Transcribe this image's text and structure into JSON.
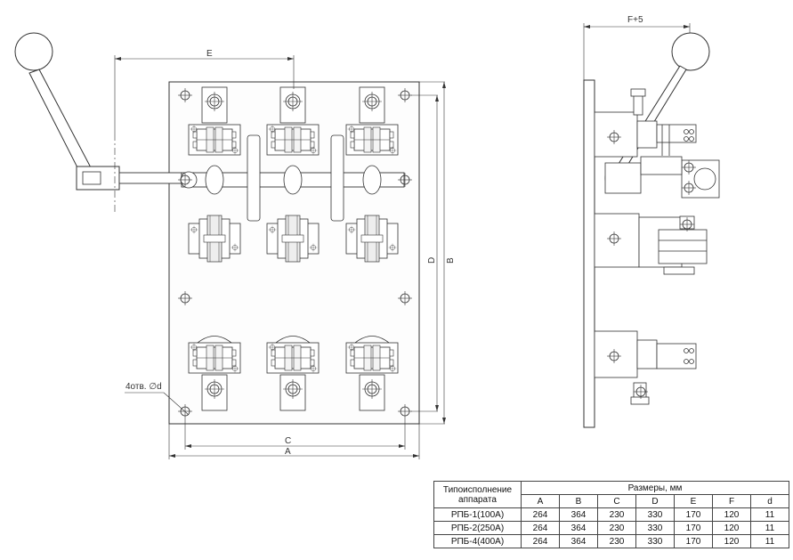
{
  "drawing": {
    "dim_labels": {
      "E": "E",
      "F5": "F+5",
      "D": "D",
      "B": "B",
      "C": "C",
      "A": "A",
      "holes": "4отв. ∅d"
    }
  },
  "table": {
    "type_header": "Типоисполнение аппарата",
    "dims_header": "Размеры, мм",
    "columns": [
      "A",
      "B",
      "C",
      "D",
      "E",
      "F",
      "d"
    ],
    "rows": [
      {
        "type": "РПБ-1(100А)",
        "values": [
          "264",
          "364",
          "230",
          "330",
          "170",
          "120",
          "11"
        ]
      },
      {
        "type": "РПБ-2(250А)",
        "values": [
          "264",
          "364",
          "230",
          "330",
          "170",
          "120",
          "11"
        ]
      },
      {
        "type": "РПБ-4(400А)",
        "values": [
          "264",
          "364",
          "230",
          "330",
          "170",
          "120",
          "11"
        ]
      }
    ]
  }
}
